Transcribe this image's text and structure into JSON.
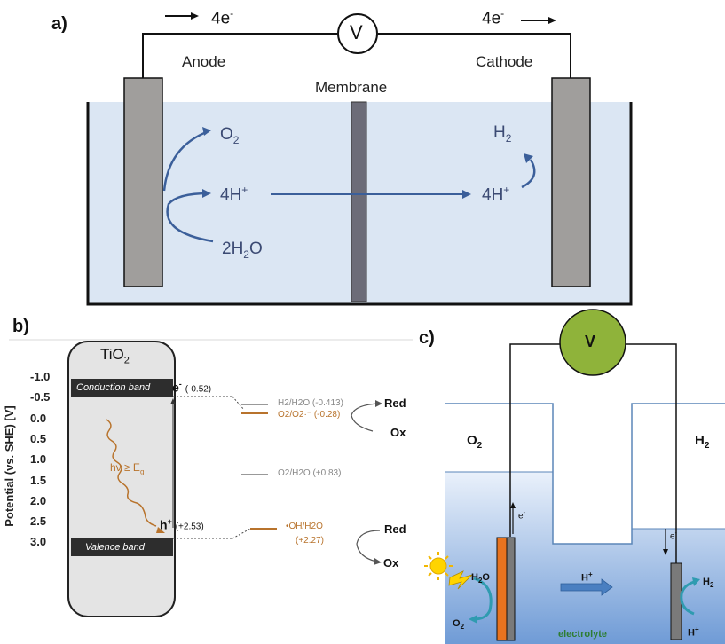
{
  "panel_a": {
    "label": "a)",
    "electron_left": "4e",
    "electron_right": "4e",
    "electron_sup": "-",
    "voltmeter": "V",
    "anode": "Anode",
    "cathode": "Cathode",
    "membrane": "Membrane",
    "o2": "O",
    "o2_sub": "2",
    "h2": "H",
    "h2_sub": "2",
    "four_h_left": "4H",
    "four_h_right": "4H",
    "plus": "+",
    "water_pre": "2H",
    "water_sub": "2",
    "water_post": "O"
  },
  "panel_b": {
    "label": "b)",
    "material": "TiO",
    "material_sub": "2",
    "ylabel": "Potential (vs. SHE) [V]",
    "ticks": [
      "-1.0",
      "-0.5",
      "0.0",
      "0.5",
      "1.0",
      "1.5",
      "2.0",
      "2.5",
      "3.0"
    ],
    "conduction_band": "Conduction band",
    "valence_band": "Valence band",
    "electron": "e",
    "electron_value": "(-0.52)",
    "hole": "h",
    "hole_value": "(+2.53)",
    "photon": "hν ≥ E",
    "photon_sub": "g",
    "couple_h2": "H2/H2O (-0.413)",
    "couple_o2_radical": "O2/O2·⁻ (-0.28)",
    "couple_o2_h2o": "O2/H2O (+0.83)",
    "couple_oh": "•OH/H2O",
    "couple_oh_value": "(+2.27)",
    "red_top": "Red",
    "ox_top": "Ox",
    "red_bottom": "Red",
    "ox_bottom": "Ox",
    "colors": {
      "orange": "#b8732c",
      "gray": "#888888"
    }
  },
  "panel_c": {
    "label": "c)",
    "voltmeter": "V",
    "o2_label": "O",
    "o2_sub": "2",
    "h2_label": "H",
    "h2_sub": "2",
    "e_left": "e",
    "e_right": "e",
    "e_sup": "-",
    "h2o": "H",
    "h2o_sub": "2",
    "h2o_post": "O",
    "o2_small": "O",
    "o2_small_sub": "2",
    "h_plus_mid": "H",
    "h_plus_right": "H",
    "plus": "+",
    "h2_small": "H",
    "h2_small_sub": "2",
    "electrolyte": "electrolyte",
    "colors": {
      "voltmeter": "#8fb33a",
      "photoanode": "#e8731f",
      "electrolyte": "#6f9bd6",
      "accent": "#2f9bb0"
    }
  }
}
